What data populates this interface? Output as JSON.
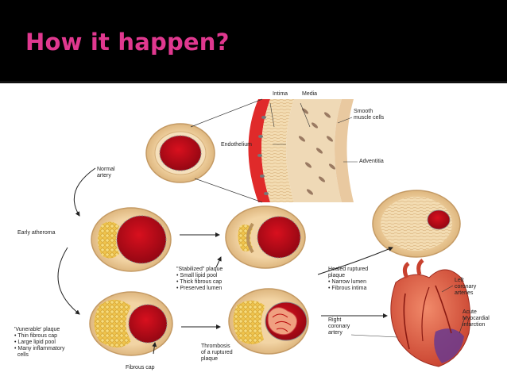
{
  "slide": {
    "title": "How it happen?"
  },
  "diagram": {
    "labels": {
      "intima": "Intima",
      "media": "Media",
      "smooth_muscle": "Smooth\nmuscle cells",
      "endothelium": "Endothelium",
      "adventitia": "Adventitia",
      "normal_artery": "Normal\nartery",
      "early_atheroma": "Early atheroma",
      "stabilized": "\"Stabilized\" plaque\n• Small lipid pool\n• Thick fibrous cap\n• Preserved lumen",
      "healed": "Healed ruptured\nplaque\n• Narrow lumen\n• Fibrous intima",
      "left_coronary": "Left\ncoronary\narteries",
      "acute_mi": "Acute\nMyocardial\ninfarction",
      "right_coronary": "Right\ncoronary\nartery",
      "vulnerable": "'Vunerable' plaque\n• Thin fibrous cap\n• Large lipid pool\n• Many inflammatory\n  cells",
      "thrombosis": "Thrombosis\nof a ruptured\nplaque",
      "fibrous_cap": "Fibrous cap"
    }
  }
}
